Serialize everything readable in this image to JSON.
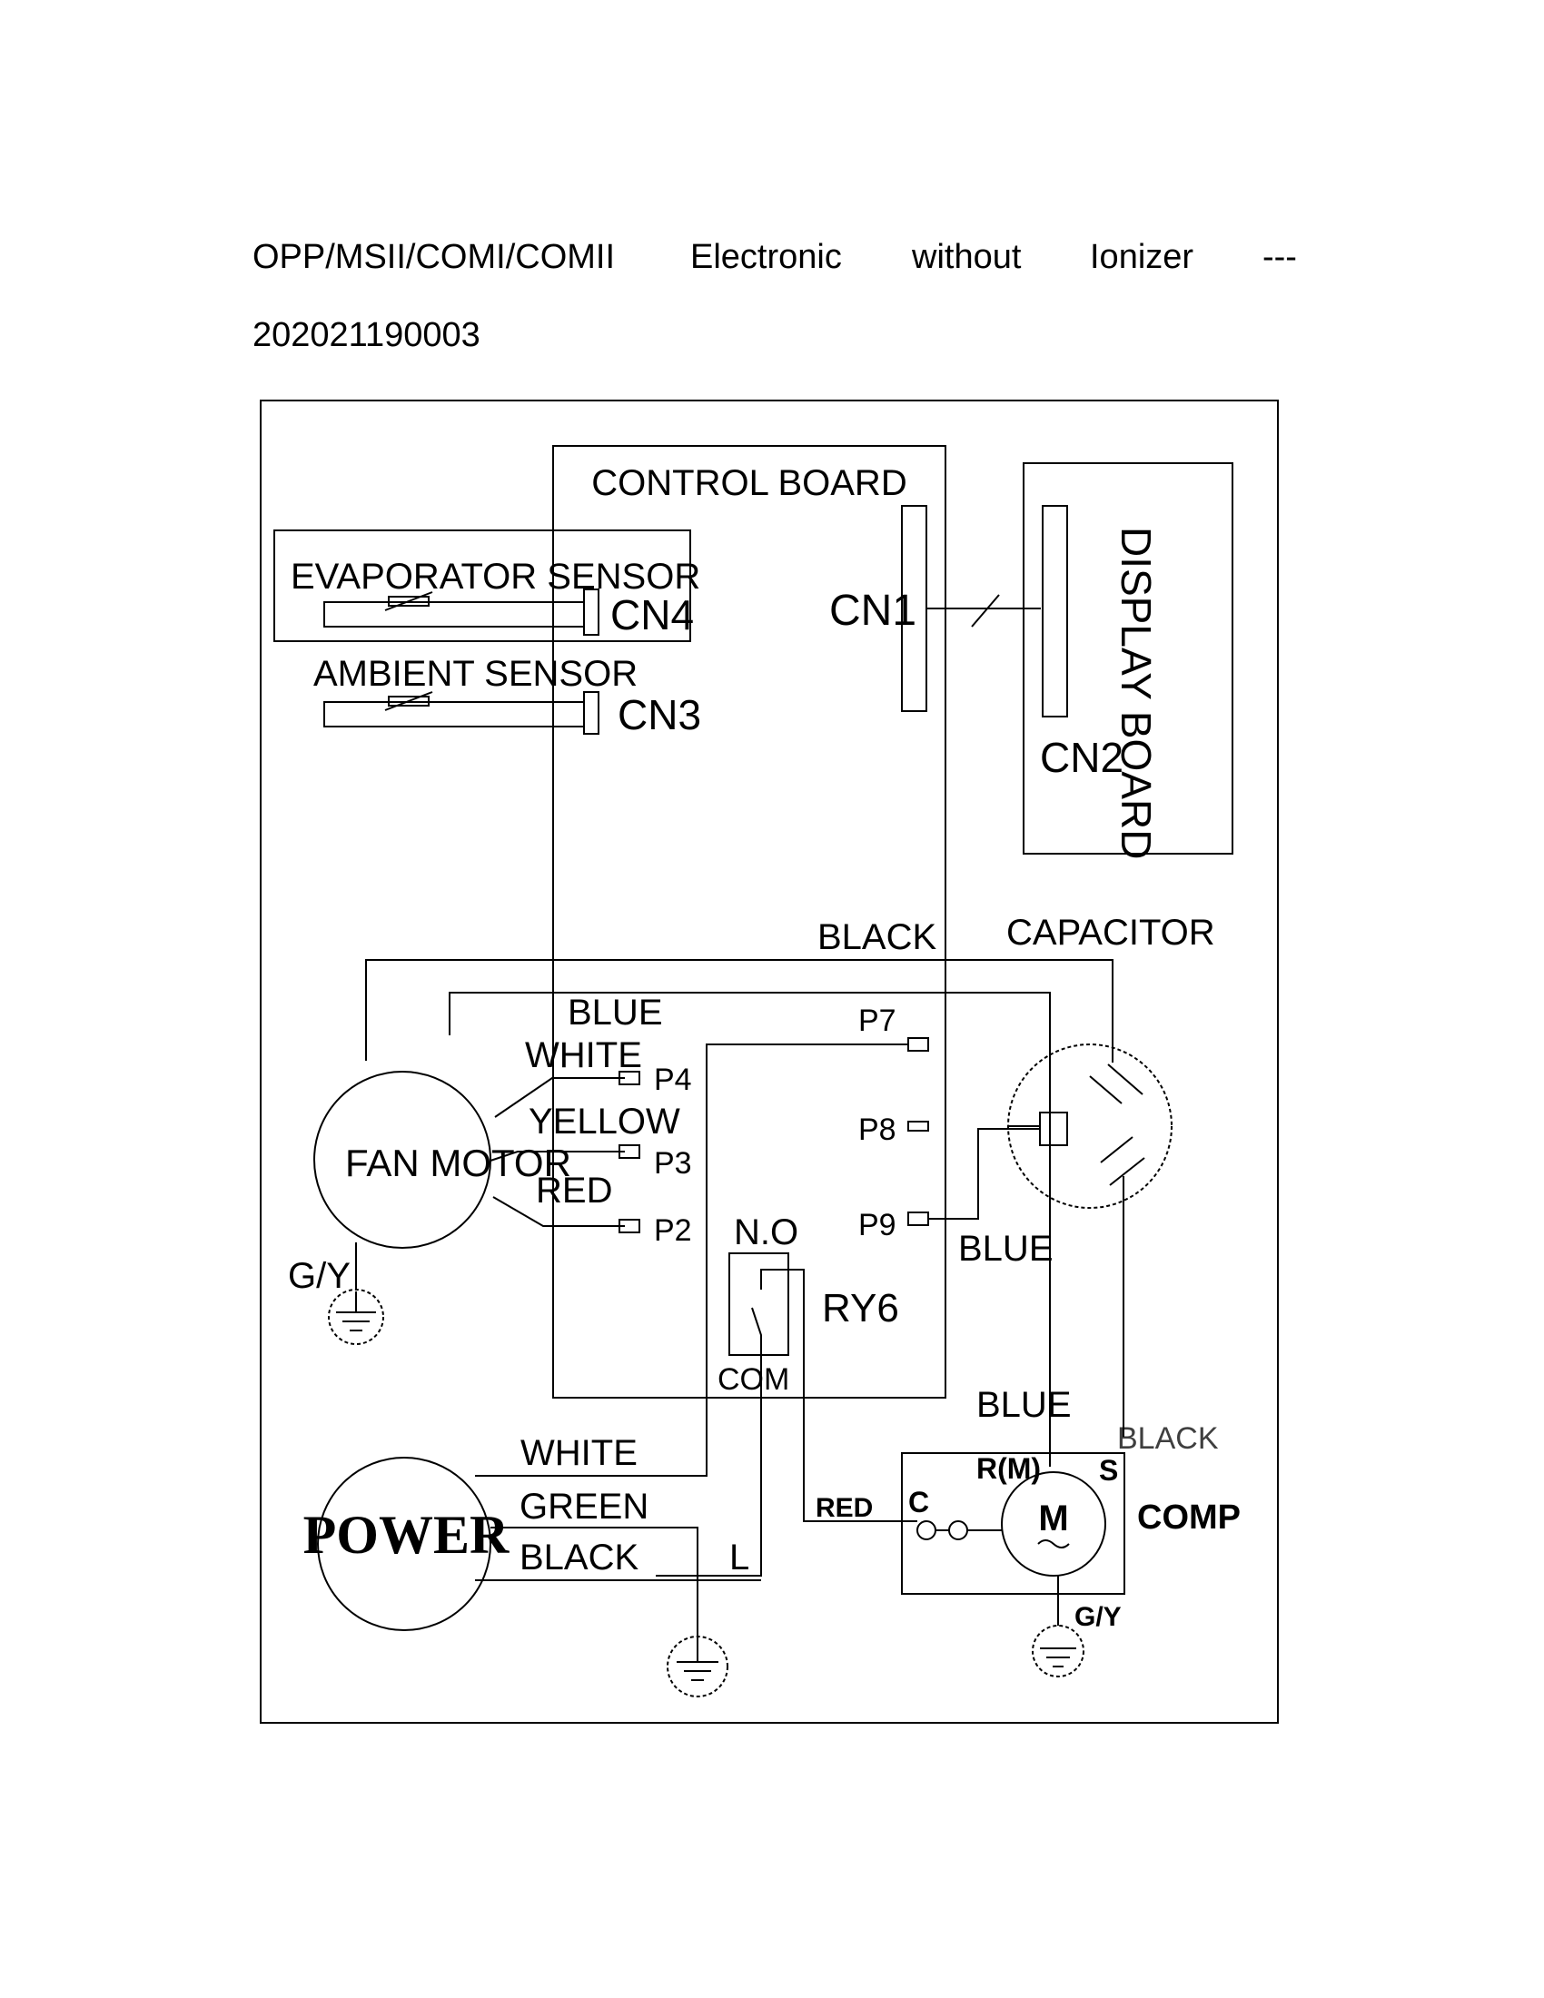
{
  "header": {
    "title_parts": [
      "OPP/MSII/COMI/COMII",
      "Electronic",
      "without",
      "Ionizer",
      "---"
    ],
    "code": "202021190003"
  },
  "diagram": {
    "control_board": "CONTROL BOARD",
    "display_board": "DISPLAY BOARD",
    "evaporator_sensor": "EVAPORATOR SENSOR",
    "ambient_sensor": "AMBIENT SENSOR",
    "cn1": "CN1",
    "cn2": "CN2",
    "cn3": "CN3",
    "cn4": "CN4",
    "fan_motor": "FAN MOTOR",
    "capacitor": "CAPACITOR",
    "power": "POWER",
    "comp": "COMP",
    "relay": "RY6",
    "relay_no": "N.O",
    "relay_com": "COM",
    "pins": {
      "p2": "P2",
      "p3": "P3",
      "p4": "P4",
      "p7": "P7",
      "p8": "P8",
      "p9": "P9"
    },
    "wires": {
      "black_top": "BLACK",
      "blue_top": "BLUE",
      "white_fan": "WHITE",
      "yellow_fan": "YELLOW",
      "red_fan": "RED",
      "blue_cap": "BLUE",
      "blue_comp": "BLUE",
      "black_comp": "BLACK",
      "white_power": "WHITE",
      "green_power": "GREEN",
      "black_power": "BLACK",
      "red_comp": "RED",
      "l_label": "L"
    },
    "ground_fan": "G/Y",
    "ground_comp": "G/Y",
    "comp_terminals": {
      "c": "C",
      "r": "R(M)",
      "s": "S"
    },
    "motor_symbol": "M"
  }
}
